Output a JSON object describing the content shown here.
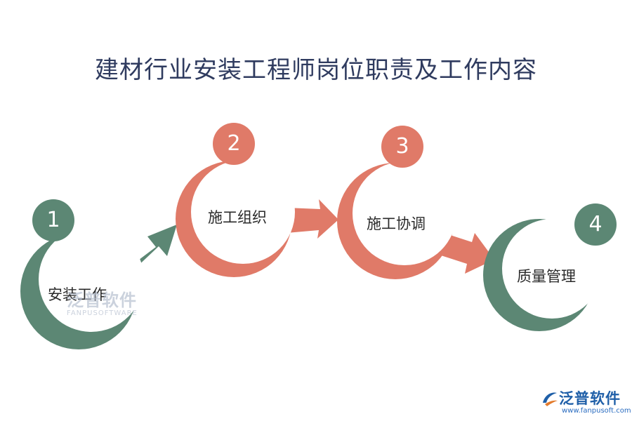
{
  "title": "建材行业安装工程师岗位职责及工作内容",
  "colors": {
    "green": "#5c8774",
    "salmon": "#e07a68",
    "white": "#ffffff"
  },
  "steps": [
    {
      "number": "1",
      "label": "安装工作",
      "color": "#5c8774"
    },
    {
      "number": "2",
      "label": "施工组织",
      "color": "#e07a68"
    },
    {
      "number": "3",
      "label": "施工协调",
      "color": "#e07a68"
    },
    {
      "number": "4",
      "label": "质量管理",
      "color": "#5c8774"
    }
  ],
  "watermark": {
    "cn": "泛普软件",
    "en": "FANPUSOFTWARE"
  },
  "logo": {
    "cn": "泛普软件",
    "url": "www.fanpusoft.com",
    "icon": "fanpu-logo-icon"
  }
}
